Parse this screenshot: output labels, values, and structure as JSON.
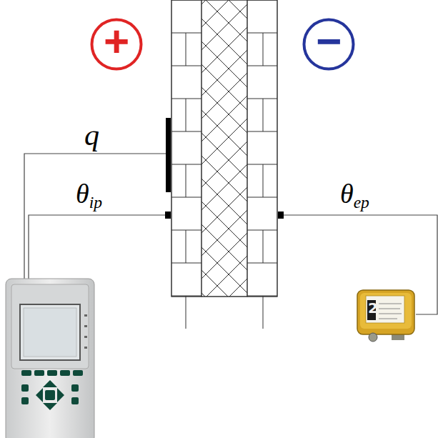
{
  "diagram": {
    "nodes": [
      {
        "text": [
          "+"
        ]
      },
      {
        "text": [
          "−"
        ]
      }
    ],
    "labels": [
      "q",
      "θip",
      "θep",
      "2"
    ]
  }
}
